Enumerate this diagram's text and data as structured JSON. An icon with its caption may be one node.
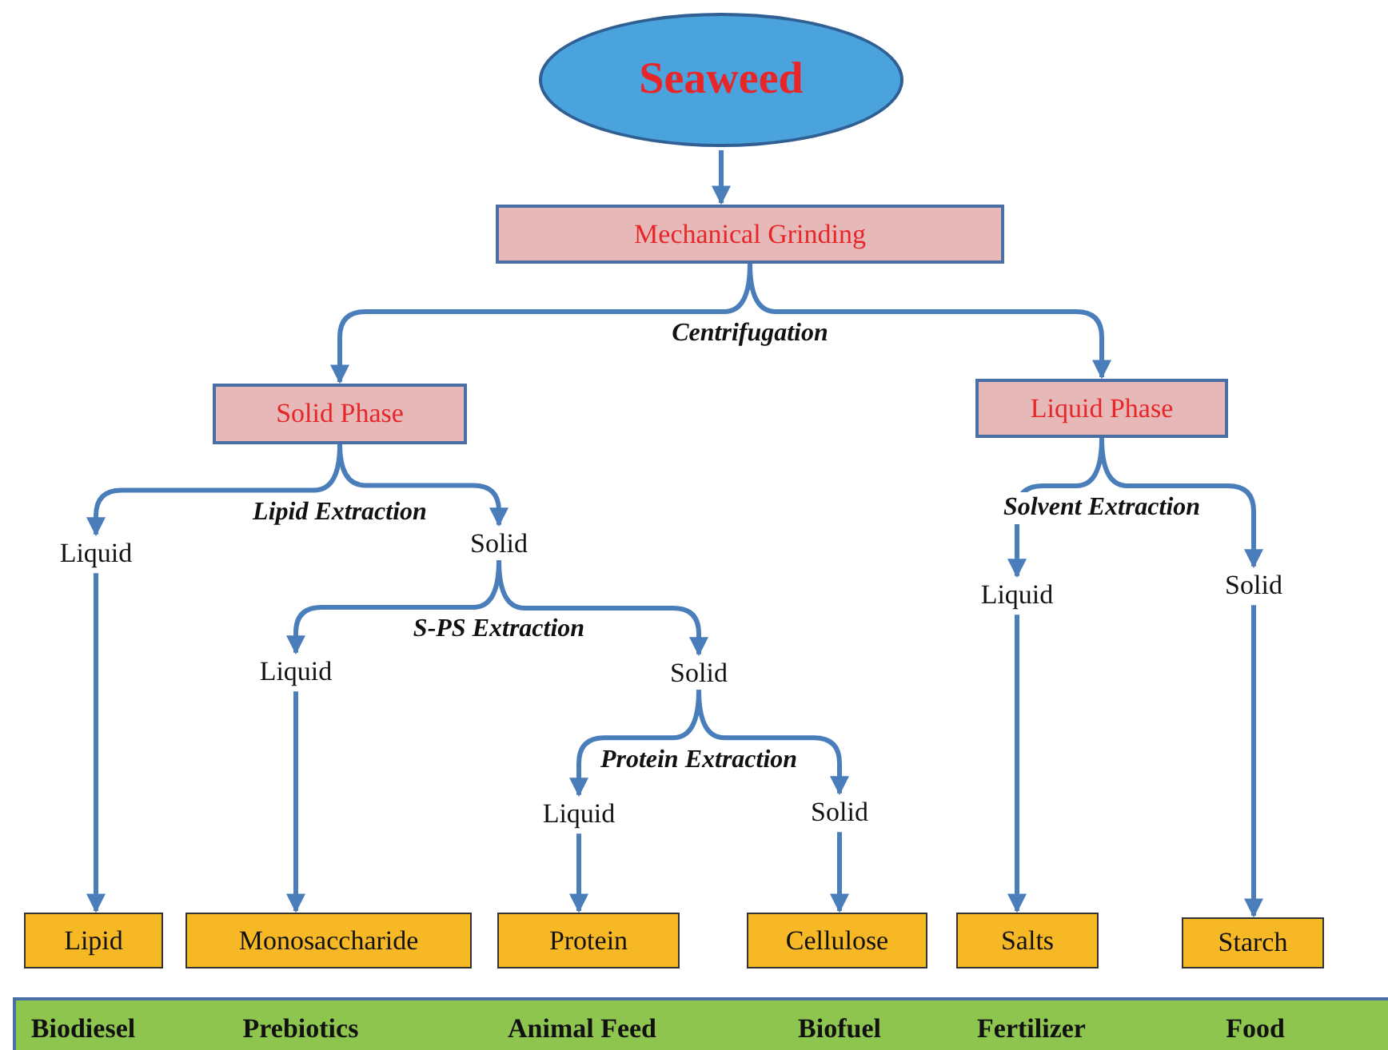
{
  "diagram": {
    "nodes": [
      {
        "text": [
          "Seaweed"
        ]
      },
      {
        "text": [
          "Mechanical Grinding"
        ]
      },
      {
        "text": [
          "Solid Phase"
        ]
      },
      {
        "text": [
          "Liquid Phase"
        ]
      },
      {
        "text": [
          "Liquid"
        ]
      },
      {
        "text": [
          "Solid"
        ]
      },
      {
        "text": [
          "Liquid"
        ]
      },
      {
        "text": [
          "Solid"
        ]
      },
      {
        "text": [
          "Liquid"
        ]
      },
      {
        "text": [
          "Solid"
        ]
      },
      {
        "text": [
          "Liquid"
        ]
      },
      {
        "text": [
          "Solid"
        ]
      },
      {
        "text": [
          "Lipid"
        ]
      },
      {
        "text": [
          "Monosaccharide"
        ]
      },
      {
        "text": [
          "Protein"
        ]
      },
      {
        "text": [
          "Cellulose"
        ]
      },
      {
        "text": [
          "Salts"
        ]
      },
      {
        "text": [
          "Starch"
        ]
      },
      {
        "text": [
          "Biodiesel",
          "Prebiotics",
          "Animal Feed",
          "Biofuel",
          "Fertilizer",
          "Food"
        ]
      }
    ],
    "edges": [
      {
        "from": 0,
        "to": 1,
        "arrow": "to"
      },
      {
        "from": 1,
        "to": 2,
        "arrow": "to",
        "label": "Centrifugation"
      },
      {
        "from": 1,
        "to": 3,
        "arrow": "to"
      },
      {
        "from": 2,
        "to": 4,
        "arrow": "to",
        "label": "Lipid Extraction"
      },
      {
        "from": 2,
        "to": 5,
        "arrow": "to"
      },
      {
        "from": 5,
        "to": 6,
        "arrow": "to",
        "label": "S-PS Extraction"
      },
      {
        "from": 5,
        "to": 7,
        "arrow": "to"
      },
      {
        "from": 7,
        "to": 8,
        "arrow": "to",
        "label": "Protein Extraction"
      },
      {
        "from": 7,
        "to": 9,
        "arrow": "to"
      },
      {
        "from": 3,
        "to": 10,
        "arrow": "to",
        "label": "Solvent Extraction"
      },
      {
        "from": 3,
        "to": 11,
        "arrow": "to"
      },
      {
        "from": 4,
        "to": 12,
        "arrow": "to"
      },
      {
        "from": 6,
        "to": 13,
        "arrow": "to"
      },
      {
        "from": 8,
        "to": 14,
        "arrow": "to"
      },
      {
        "from": 9,
        "to": 15,
        "arrow": "to"
      },
      {
        "from": 10,
        "to": 16,
        "arrow": "to"
      },
      {
        "from": 11,
        "to": 17,
        "arrow": "to"
      }
    ]
  }
}
